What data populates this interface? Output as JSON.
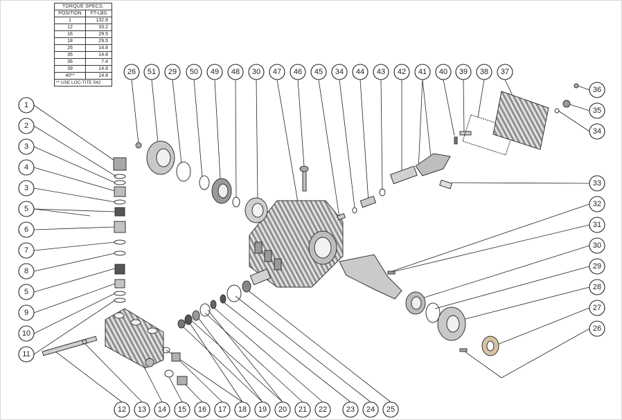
{
  "torque_table": {
    "title": "TORQUE SPECS.",
    "headers": [
      "POSITION",
      "FT-LBS"
    ],
    "rows": [
      [
        "1",
        "132.8"
      ],
      [
        "12",
        "33.2"
      ],
      [
        "16",
        "29.5"
      ],
      [
        "18",
        "29.5"
      ],
      [
        "26",
        "14.8"
      ],
      [
        "35",
        "14.8"
      ],
      [
        "36",
        "7.4"
      ],
      [
        "39",
        "14.8"
      ],
      [
        "40**",
        "14.8"
      ]
    ],
    "note": "** USE LOC-TITE 542"
  },
  "callouts": {
    "left_column": [
      "1",
      "2",
      "3",
      "4",
      "3",
      "5",
      "6",
      "7",
      "8",
      "5",
      "9",
      "10",
      "11"
    ],
    "bottom_row": [
      "12",
      "13",
      "14",
      "15",
      "16",
      "17",
      "18",
      "19",
      "20",
      "21",
      "22",
      "23",
      "24",
      "25"
    ],
    "top_row": [
      "26",
      "51",
      "29",
      "50",
      "49",
      "48",
      "30",
      "47",
      "46",
      "45",
      "34",
      "44",
      "43",
      "42",
      "41",
      "40",
      "39",
      "38",
      "37"
    ],
    "right_column": [
      "36",
      "35",
      "34",
      "33",
      "32",
      "31",
      "30",
      "29",
      "28",
      "27",
      "26"
    ]
  },
  "colors": {
    "ink": "#222222",
    "part_fill": "#d9d9d9",
    "part_dark": "#8a8a8a",
    "frame": "#d8d8d8"
  }
}
